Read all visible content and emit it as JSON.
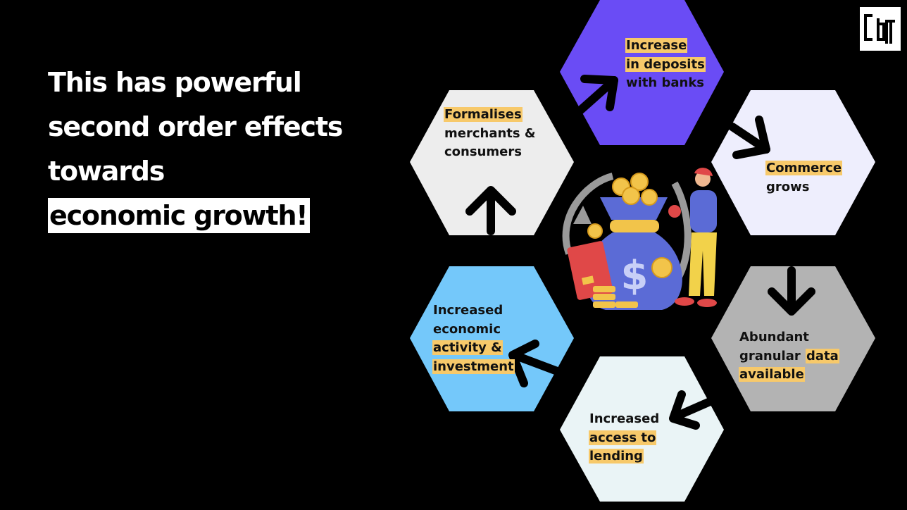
{
  "headline": {
    "line1": "This has powerful",
    "line2": "second order effects",
    "line3": "towards",
    "line4": "economic growth!"
  },
  "logo": {
    "icon": "dr-logo-icon"
  },
  "colors": {
    "background": "#000000",
    "highlight": "#f7c96a",
    "hex_deposits": "#6a4cf5",
    "hex_commerce": "#eeeefd",
    "hex_data": "#b3b3b3",
    "hex_lending": "#eaf4f6",
    "hex_activity": "#74c8fa",
    "hex_formalises": "#ededed"
  },
  "cycle": [
    {
      "id": "deposits",
      "lines": [
        {
          "text": "Increase",
          "hl": true
        },
        {
          "text": "in deposits",
          "hl": true
        },
        {
          "text": "with banks",
          "hl": false
        }
      ]
    },
    {
      "id": "commerce",
      "lines": [
        {
          "text": "Commerce",
          "hl": true
        },
        {
          "text": "grows",
          "hl": false
        }
      ]
    },
    {
      "id": "data",
      "lines": [
        {
          "parts": [
            {
              "text": "Abundant",
              "hl": false
            }
          ]
        },
        {
          "parts": [
            {
              "text": "granular ",
              "hl": false
            },
            {
              "text": "data",
              "hl": true
            }
          ]
        },
        {
          "parts": [
            {
              "text": "available",
              "hl": true
            }
          ]
        }
      ]
    },
    {
      "id": "lending",
      "lines": [
        {
          "text": "Increased",
          "hl": false
        },
        {
          "text": "access to",
          "hl": true
        },
        {
          "text": "lending",
          "hl": true
        }
      ]
    },
    {
      "id": "activity",
      "lines": [
        {
          "text": "Increased",
          "hl": false
        },
        {
          "text": "economic",
          "hl": false
        },
        {
          "text": "activity &",
          "hl": true
        },
        {
          "text": "investment",
          "hl": true
        }
      ]
    },
    {
      "id": "formalises",
      "lines": [
        {
          "text": "Formalises",
          "hl": true
        },
        {
          "text": "merchants &",
          "hl": false
        },
        {
          "text": "consumers",
          "hl": false
        }
      ]
    }
  ],
  "illustration": {
    "icon": "money-bag-with-person-icon",
    "currency_symbol": "$"
  }
}
